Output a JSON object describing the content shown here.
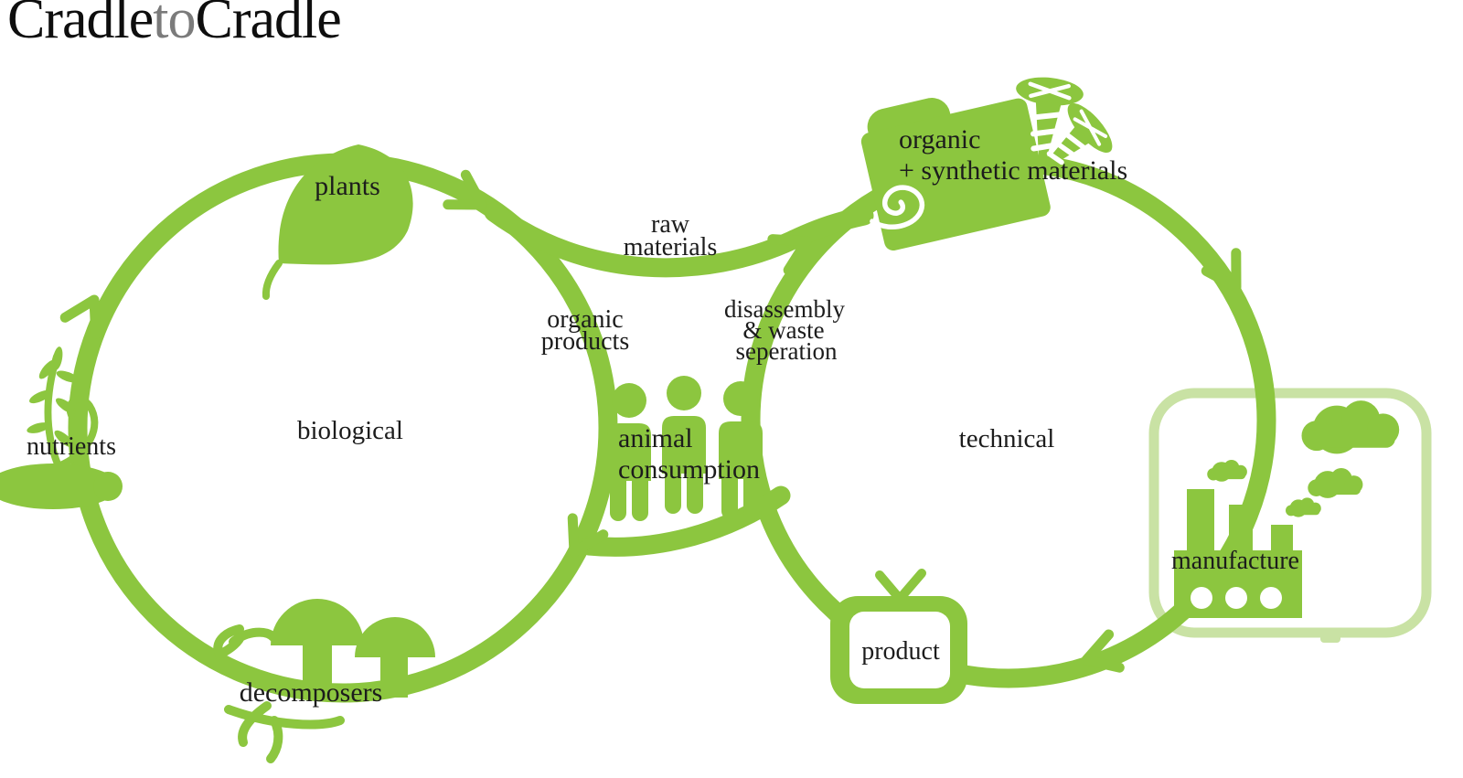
{
  "title": {
    "part1": "Cradle",
    "part2": "to",
    "part3": "Cradle"
  },
  "colors": {
    "green": "#8CC63F",
    "light_green": "#C9E2A4",
    "text": "#1C1C1C",
    "title_black": "#0E0E0E",
    "title_gray": "#7B7B7B",
    "white": "#FFFFFF"
  },
  "cycles": {
    "left_label": "biological",
    "right_label": "technical"
  },
  "labels": {
    "plants": "plants",
    "nutrients": "nutrients",
    "decomposers": "decomposers",
    "raw_materials_line1": "raw",
    "raw_materials_line2": "materials",
    "organic_products_line1": "organic",
    "organic_products_line2": "products",
    "disassembly_line1": "disassembly",
    "disassembly_line2": "& waste",
    "disassembly_line3": "seperation",
    "animal_consumption_line1": "animal",
    "animal_consumption_line2": "consumption",
    "organic_synthetic_line1": "organic",
    "organic_synthetic_line2": "+ synthetic materials",
    "manufacture": "manufacture",
    "product": "product"
  },
  "icons": {
    "leaf": "leaf-icon",
    "sprout": "sprout-icon",
    "mushrooms": "mushrooms-icon",
    "roots": "roots-icon",
    "people": "person-icon",
    "folder": "folder-icon",
    "spiral": "spiral-icon",
    "screws": "screw-icon",
    "factory": "factory-icon",
    "clouds": "cloud-icon",
    "tv": "tv-product-icon",
    "flow_arrow": "chevron-arrow-icon"
  }
}
